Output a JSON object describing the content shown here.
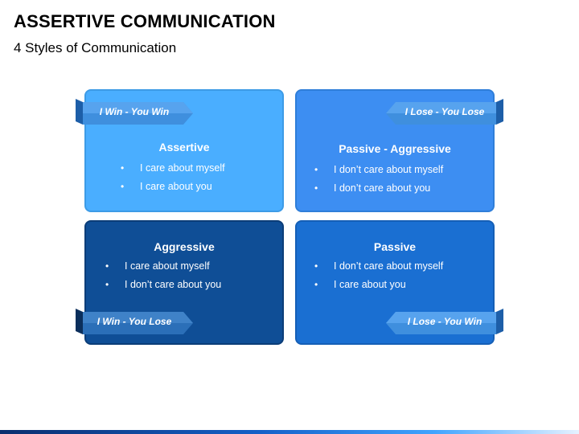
{
  "title": "ASSERTIVE COMMUNICATION",
  "subtitle": "4 Styles of Communication",
  "quadrants": [
    {
      "ribbon": "I Win - You Win",
      "heading": "Assertive",
      "bullets": [
        "I care about myself",
        "I care about you"
      ]
    },
    {
      "ribbon": "I Lose - You Lose",
      "heading": "Passive - Aggressive",
      "bullets": [
        "I don’t care about myself",
        "I don’t care about you"
      ]
    },
    {
      "ribbon": "I Win - You Lose",
      "heading": "Aggressive",
      "bullets": [
        "I care about myself",
        "I don’t care about you"
      ]
    },
    {
      "ribbon": "I Lose - You Win",
      "heading": "Passive",
      "bullets": [
        "I don’t care about myself",
        "I care about you"
      ]
    }
  ],
  "bullet_glyph": "•",
  "colors": {
    "assertive": "#4aaeff",
    "passive_aggressive": "#3d8ef2",
    "aggressive": "#0f4e96",
    "passive": "#1a6fd2",
    "ribbon": "#3f8fde"
  }
}
